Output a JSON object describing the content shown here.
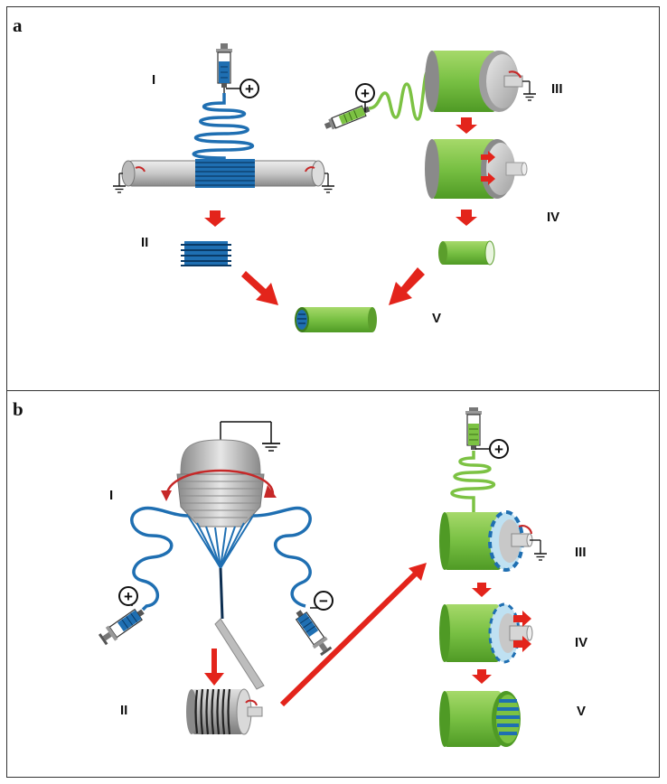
{
  "panels": [
    {
      "letter": "a",
      "stages": {
        "I": "I",
        "II": "II",
        "III": "III",
        "IV": "IV",
        "V": "V"
      },
      "electrodes": {
        "left_syringe": "+",
        "right_syringe": "+"
      },
      "colors": {
        "fiber_blue": "#1f6fb2",
        "tube_green": "#7cc243",
        "metal_gray": "#bdbdbd",
        "arrow_red": "#e3241b"
      }
    },
    {
      "letter": "b",
      "stages": {
        "I": "I",
        "II": "II",
        "III": "III",
        "IV": "IV",
        "V": "V"
      },
      "electrodes": {
        "left_syringe": "+",
        "right_syringe": "−",
        "top_syringe": "+"
      },
      "colors": {
        "fiber_blue": "#1f6fb2",
        "tube_green": "#7cc243",
        "metal_gray": "#bdbdbd",
        "arrow_red": "#e3241b"
      }
    }
  ]
}
